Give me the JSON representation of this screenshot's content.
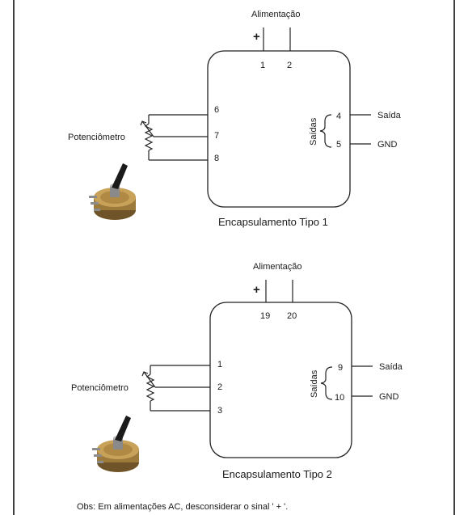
{
  "diagrams": [
    {
      "title": "Encapsulamento Tipo 1",
      "power_label": "Alimentação",
      "plus_sign": "+",
      "power_pins": [
        "1",
        "2"
      ],
      "pot_label": "Potenciômetro",
      "pot_pins": [
        "6",
        "7",
        "8"
      ],
      "outputs_label": "Saídas",
      "output_pins": [
        "4",
        "5"
      ],
      "output_names": [
        "Saída",
        "GND"
      ]
    },
    {
      "title": "Encapsulamento Tipo 2",
      "power_label": "Alimentação",
      "plus_sign": "+",
      "power_pins": [
        "19",
        "20"
      ],
      "pot_label": "Potenciômetro",
      "pot_pins": [
        "1",
        "2",
        "3"
      ],
      "outputs_label": "Saídas",
      "output_pins": [
        "9",
        "10"
      ],
      "output_names": [
        "Saída",
        "GND"
      ]
    }
  ],
  "note": "Obs: Em alimentações AC, desconsiderar o sinal  ' + '.",
  "colors": {
    "line": "#222222",
    "border": "#000000",
    "knob": "#1a1a1a",
    "pot_body": "#9c7a3c"
  }
}
